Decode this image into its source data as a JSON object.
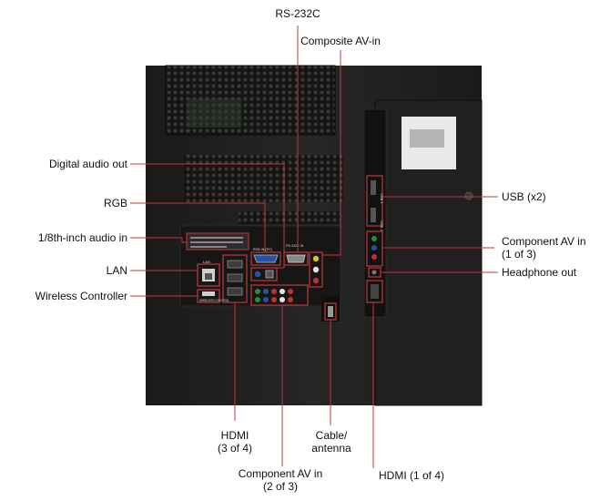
{
  "labels": {
    "rs232c": "RS-232C",
    "composite_av_in": "Composite AV-in",
    "digital_audio_out": "Digital audio out",
    "rgb": "RGB",
    "audio_in": "1/8th-inch audio in",
    "lan": "LAN",
    "wireless_controller": "Wireless Controller",
    "usb": "USB (x2)",
    "component_av_1_line1": "Component AV in",
    "component_av_1_line2": "(1 of 3)",
    "headphone_out": "Headphone out",
    "hdmi_3_line1": "HDMI",
    "hdmi_3_line2": "(3 of 4)",
    "cable_line1": "Cable/",
    "cable_line2": "antenna",
    "component_av_2_line1": "Component AV in",
    "component_av_2_line2": "(2 of 3)",
    "hdmi_1": "HDMI (1 of 4)"
  },
  "panel_text": {
    "lan": "LAN",
    "wireless": "WIRELESS CONTROL",
    "rgb": "RGB IN (PC)",
    "rs232": "RS-232C IN",
    "usb1": "USB 1",
    "usb2": "USB 2"
  },
  "colors": {
    "panel": "#1c1c1c",
    "panel_edge": "#0d0d0d",
    "callout": "#b8262a",
    "leader": "#c0393b"
  }
}
